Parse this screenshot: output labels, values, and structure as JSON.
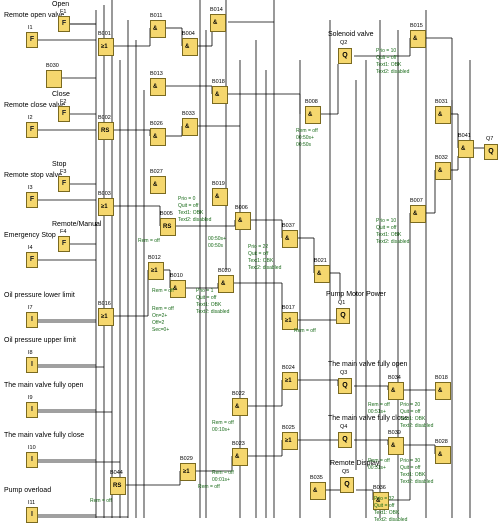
{
  "inputs": [
    {
      "label": "Remote open valve",
      "top_id": "F1",
      "top_note": "Open",
      "id": "I1",
      "blk": "F"
    },
    {
      "label": "Remote close valve",
      "top_id": "F2",
      "top_note": "Close",
      "id": "I2",
      "blk": "F"
    },
    {
      "label": "Remote stop valve",
      "top_id": "F3",
      "top_note": "Stop",
      "id": "I3",
      "blk": "F"
    },
    {
      "label": "Emergency Stop",
      "top_id": "F4",
      "top_note": "Remote/Manual",
      "id": "I4",
      "blk": "F"
    },
    {
      "label": "Oil pressure lower limit",
      "id": "I7",
      "blk": "I"
    },
    {
      "label": "Oil pressure upper limit",
      "id": "I8",
      "blk": "I"
    },
    {
      "label": "The main valve fully open",
      "id": "I9",
      "blk": "I"
    },
    {
      "label": "The main valve fully close",
      "id": "I10",
      "blk": "I"
    },
    {
      "label": "Pump overload",
      "id": "I11",
      "blk": "I"
    }
  ],
  "left_ids": [
    "I1",
    "I2",
    "I3",
    "I4",
    "I7",
    "I8",
    "I9",
    "I10",
    "I11"
  ],
  "gate_ids": [
    "B001",
    "B002",
    "B003",
    "B004",
    "B005",
    "B006",
    "B008",
    "B010",
    "B011",
    "B012",
    "B013",
    "B014",
    "B015",
    "B016",
    "B017",
    "B018",
    "B019",
    "B020",
    "B021",
    "B022",
    "B023",
    "B024",
    "B025",
    "B026",
    "B027",
    "B028",
    "B029",
    "B030",
    "B031",
    "B032",
    "B033",
    "B034",
    "B035",
    "B036",
    "B037",
    "B038",
    "B039",
    "B041",
    "B044"
  ],
  "outputs": [
    {
      "label": "Solenoid valve",
      "id": "Q2",
      "blk": "Q"
    },
    {
      "label": "Pump Motor Power",
      "id": "Q1",
      "blk": "Q"
    },
    {
      "label": "The main valve fully open",
      "id": "Q3",
      "blk": "Q"
    },
    {
      "label": "The main valve fully close",
      "id": "Q4",
      "blk": "Q"
    },
    {
      "label": "Remote Display",
      "id": "Q5",
      "blk": "Q"
    },
    {
      "label": "",
      "id": "Q7",
      "blk": "Q"
    }
  ],
  "param_texts": {
    "prio10": "Prio = 10",
    "prio0": "Prio = 0",
    "prio1": "Prio = 1",
    "prio20": "Prio = 20",
    "prio30": "Prio = 30",
    "prio32": "Prio = 32",
    "prio22": "Prio = 22",
    "quit": "Quit = off",
    "text1": "Text1: OBK",
    "text2": "Text2: disabled",
    "rem": "Rem = off",
    "t1": "00:50s+",
    "t2": "00:50s",
    "t3": "00:51s+",
    "t4": "00:01s+",
    "t5": "00:10s+",
    "on": "On=2+",
    "off": "Off=2",
    "sec": "Sec=0+",
    "t6": "00:01s",
    "t7": "00:02s"
  },
  "colors": {
    "block": "#f5d76e",
    "block_border": "#7a6a20",
    "wire": "#000000",
    "param": "#1a6b1a"
  }
}
